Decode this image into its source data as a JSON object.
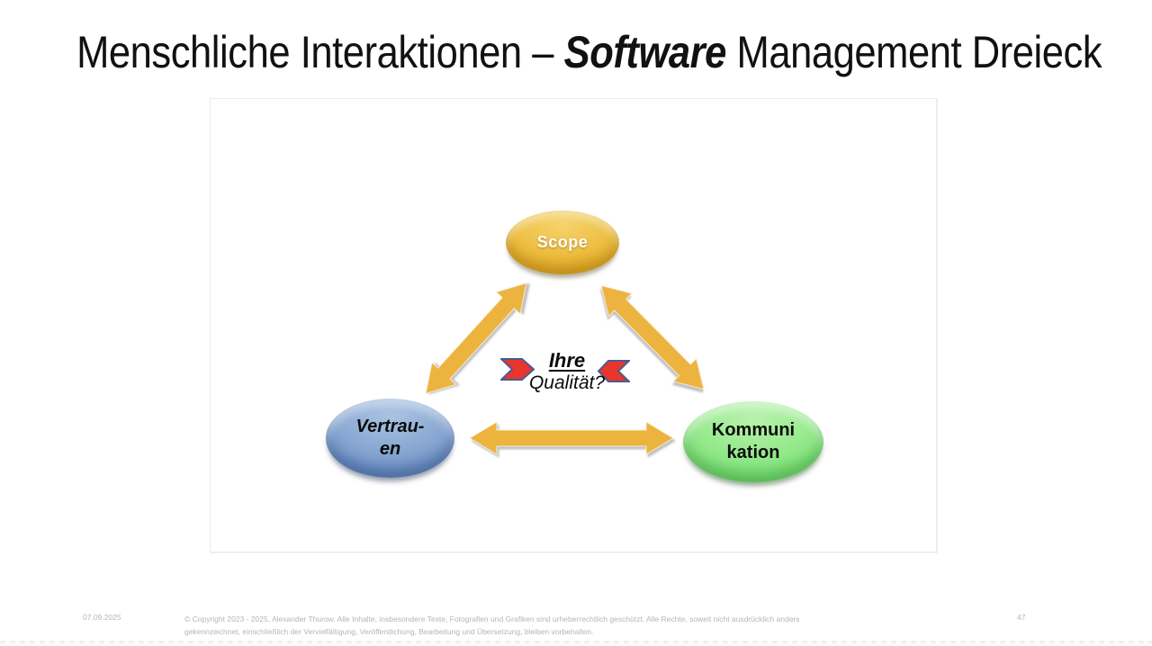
{
  "slide": {
    "title": {
      "prefix": "Menschliche Interaktionen – ",
      "emphasis": "Software",
      "suffix": " Management Dreieck"
    },
    "diagram": {
      "scope": {
        "label": "Scope"
      },
      "vertrauen": {
        "line1": "Vertrau-",
        "line2": "en"
      },
      "kommunikation": {
        "line1": "Kommuni",
        "line2": "kation"
      },
      "center": {
        "line1": "Ihre",
        "line2": "Qualität?"
      }
    },
    "footer": {
      "date": "07.09.2025",
      "copyright_line1": "© Copyright 2023 - 2025, Alexander Thurow. Alle Inhalte, insbesondere Texte, Fotografien und Grafiken sind urheberrechtlich geschützt. Alle Rechte, soweit nicht ausdrücklich anders",
      "copyright_line2": "gekennzeichnet, einschließlich der Vervielfältigung, Veröffentlichung, Bearbeitung und Übersetzung, bleiben vorbehalten.",
      "page_number": "47"
    }
  },
  "icons": {
    "double_arrow": "double-headed-arrow",
    "chevron_right": "►",
    "chevron_left": "◄"
  },
  "colors": {
    "title_text": "#111111",
    "node_gold": "#e9b42e",
    "node_blue": "#7396c9",
    "node_green": "#7ee378",
    "arrow_gold": "#ecb33f",
    "chevron_red": "#e8362c",
    "chevron_outline": "#4a5a93",
    "footer_text": "#b5b5b5"
  }
}
